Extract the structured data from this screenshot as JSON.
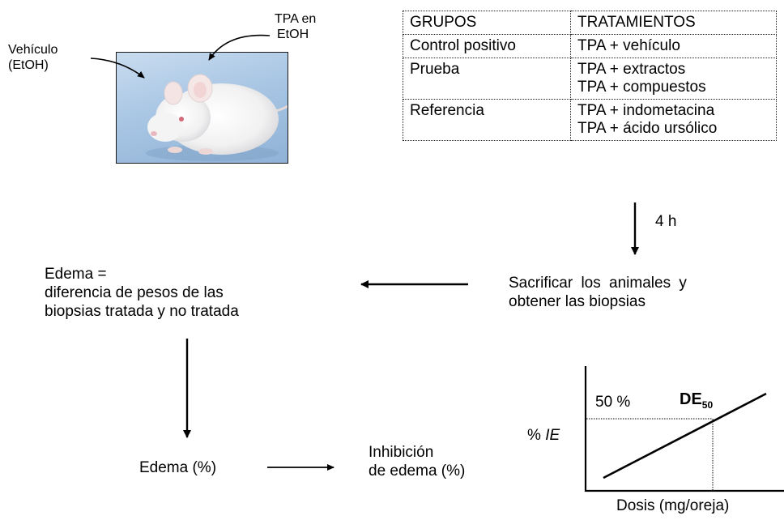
{
  "mouse_labels": {
    "vehicle_line1": "Vehículo",
    "vehicle_line2": "(EtOH)",
    "tpa_line1": "TPA en",
    "tpa_line2": "EtOH"
  },
  "table": {
    "headers": [
      "GRUPOS",
      "TRATAMIENTOS"
    ],
    "rows": [
      {
        "group": "Control positivo",
        "treatments": [
          "TPA + vehículo"
        ]
      },
      {
        "group": "Prueba",
        "treatments": [
          "TPA + extractos",
          "TPA + compuestos"
        ]
      },
      {
        "group": "Referencia",
        "treatments": [
          "TPA + indometacina",
          "TPA + ácido ursólico"
        ]
      }
    ]
  },
  "time_label": "4 h",
  "sacrifice": {
    "line1": "Sacrificar los animales y",
    "line2": "obtener las biopsias"
  },
  "edema": {
    "line1": "Edema =",
    "line2": "diferencia de pesos de las",
    "line3": "biopsias tratada y no tratada"
  },
  "edema_pct": "Edema (%)",
  "inhibition": {
    "line1": "Inhibición",
    "line2": "de edema (%)"
  },
  "graph": {
    "y_label_prefix": "% ",
    "y_label_italic": "IE",
    "x_label": "Dosis (mg/oreja)",
    "fifty_label": "50 %",
    "de_label": "DE",
    "de_sub": "50"
  }
}
